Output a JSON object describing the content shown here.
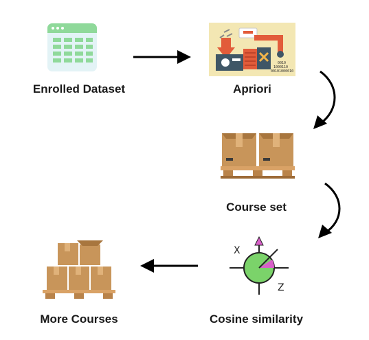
{
  "nodes": {
    "enrolled": {
      "label": "Enrolled Dataset",
      "icon": "spreadsheet-icon"
    },
    "apriori": {
      "label": "Apriori",
      "icon": "factory-machine-icon",
      "binary_lines": [
        "0010",
        "1000110",
        "00101000010"
      ]
    },
    "course_set": {
      "label": "Course set",
      "icon": "boxes-pallet-icon"
    },
    "cosine": {
      "label": "Cosine similarity",
      "icon": "axes-sphere-icon",
      "axis_x": "X",
      "axis_z": "Z"
    },
    "more_courses": {
      "label": "More Courses",
      "icon": "stacked-boxes-pallet-icon"
    }
  },
  "colors": {
    "text": "#1a1a1a",
    "sheet_green": "#8fd99a",
    "sheet_body": "#e6f5f7",
    "box": "#c8955a",
    "pallet": "#b9834a",
    "sphere": "#7bd36a",
    "accent_pink": "#d85fc8",
    "factory_bg": "#f3e7b3",
    "factory_red": "#e25c3a"
  }
}
